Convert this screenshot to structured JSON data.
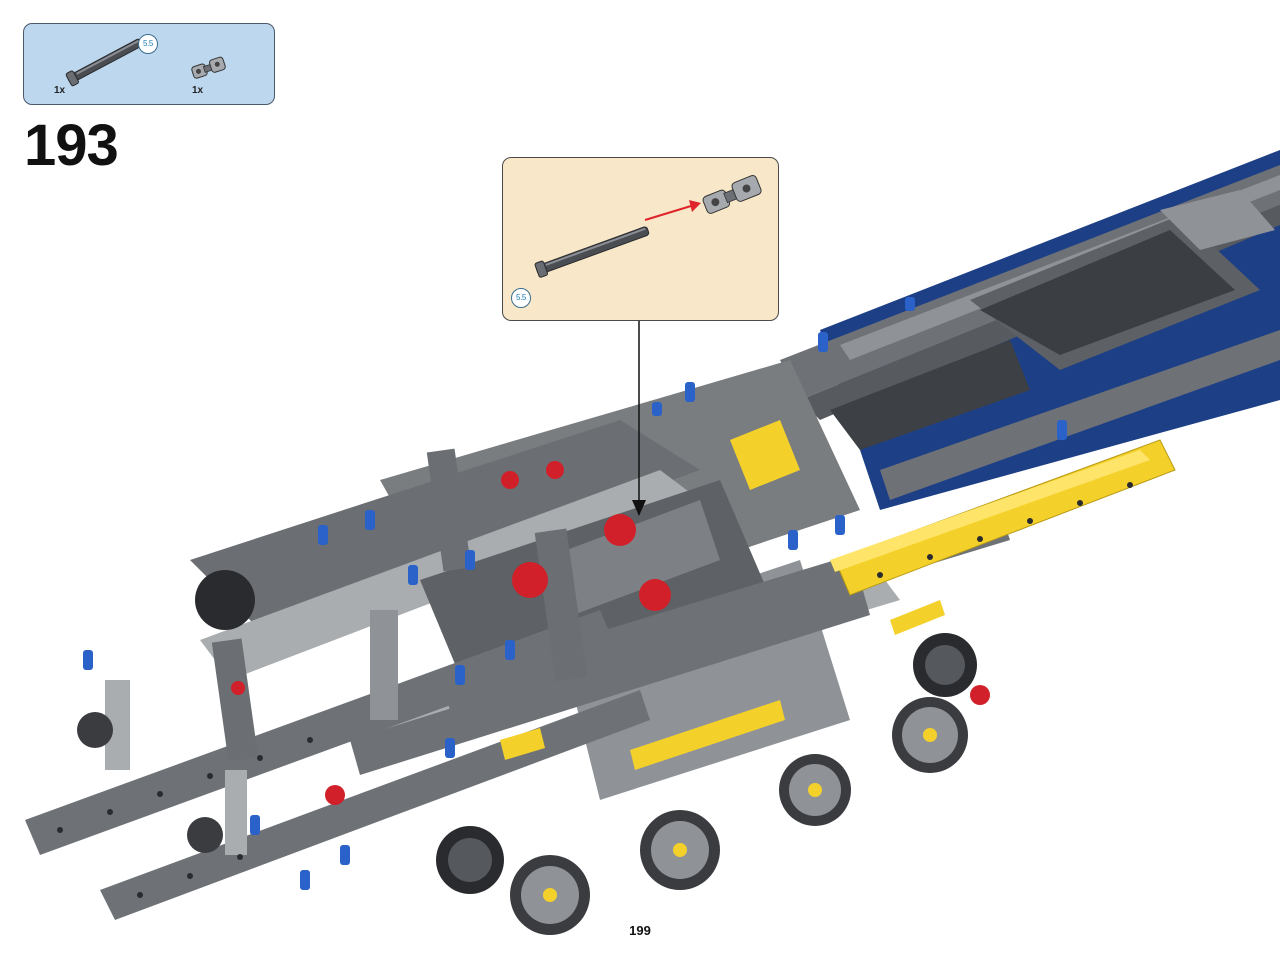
{
  "parts_list": {
    "items": [
      {
        "name": "axle-with-stop",
        "quantity": "1x",
        "length_badge": "5.5"
      },
      {
        "name": "universal-joint",
        "quantity": "1x"
      }
    ]
  },
  "step": {
    "number": "193"
  },
  "callout": {
    "length_badge": "5.5"
  },
  "page": {
    "number": "199"
  },
  "colors": {
    "parts_background": "#bcd7ee",
    "callout_background": "#f8e7c8",
    "frame_blue": "#1d3f86",
    "beam_gray": "#7a7d80",
    "light_gray": "#a9adb0",
    "pin_blue": "#2a62c9",
    "accent_yellow": "#f4d12a",
    "accent_red": "#d1202a",
    "arrow_red": "#e0242c"
  }
}
